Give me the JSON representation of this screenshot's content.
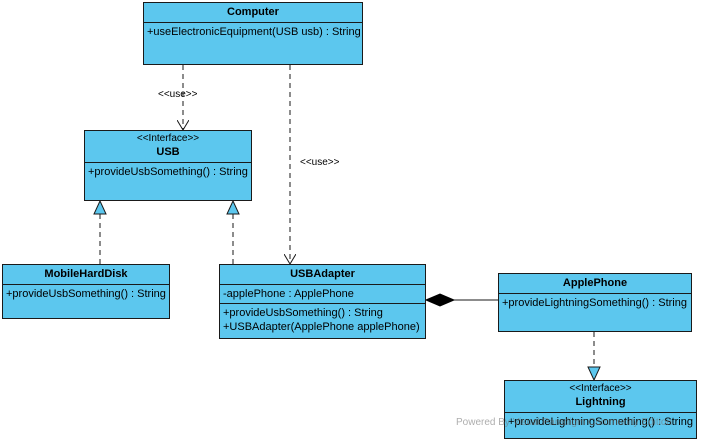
{
  "classes": {
    "computer": {
      "name": "Computer",
      "methods": [
        "+useElectronicEquipment(USB usb) : String"
      ]
    },
    "usb": {
      "stereotype": "<<Interface>>",
      "name": "USB",
      "methods": [
        "+provideUsbSomething() : String"
      ]
    },
    "mobile": {
      "name": "MobileHardDisk",
      "methods": [
        "+provideUsbSomething() : String"
      ]
    },
    "adapter": {
      "name": "USBAdapter",
      "attributes": [
        "-applePhone : ApplePhone"
      ],
      "methods": [
        "+provideUsbSomething() : String",
        "+USBAdapter(ApplePhone applePhone)"
      ]
    },
    "apple": {
      "name": "ApplePhone",
      "methods": [
        "+provideLightningSomething() : String"
      ]
    },
    "lightning": {
      "stereotype": "<<Interface>>",
      "name": "Lightning",
      "methods": [
        "+provideLightningSomething() : String"
      ]
    }
  },
  "labels": {
    "use1": "<<use>>",
    "use2": "<<use>>"
  },
  "watermark": "Powered By Visual Paradigm Community Edition",
  "colors": {
    "class_fill": "#5cc7ee",
    "border": "#1a1a1a"
  }
}
